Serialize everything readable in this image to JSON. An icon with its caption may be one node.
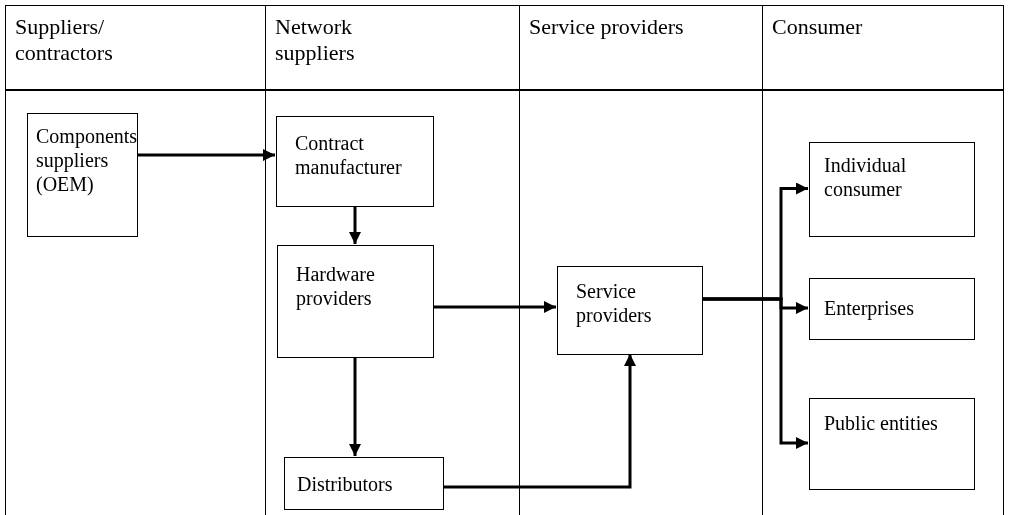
{
  "diagram": {
    "nodes": [
      {
        "text": [
          "Suppliers/ contractors"
        ]
      },
      {
        "text": [
          "Network suppliers"
        ]
      },
      {
        "text": [
          "Service providers"
        ]
      },
      {
        "text": [
          "Consumer"
        ]
      },
      {
        "text": [
          "Components suppliers (OEM)"
        ],
        "in": 0
      },
      {
        "text": [
          "Contract manufacturer"
        ],
        "in": 1
      },
      {
        "text": [
          "Hardware providers"
        ],
        "in": 1
      },
      {
        "text": [
          "Distributors"
        ],
        "in": 1
      },
      {
        "text": [
          "Service providers"
        ],
        "in": 2
      },
      {
        "text": [
          "Individual consumer"
        ],
        "in": 3
      },
      {
        "text": [
          "Enterprises"
        ],
        "in": 3
      },
      {
        "text": [
          "Public entities"
        ],
        "in": 3
      }
    ],
    "edges": [
      {
        "from": 4,
        "to": 5,
        "arrow": "to"
      },
      {
        "from": 5,
        "to": 6,
        "arrow": "to"
      },
      {
        "from": 6,
        "to": 8,
        "arrow": "to"
      },
      {
        "from": 6,
        "to": 7,
        "arrow": "to"
      },
      {
        "from": 7,
        "to": 8,
        "arrow": "to"
      },
      {
        "from": 8,
        "to": 9,
        "arrow": "to"
      },
      {
        "from": 8,
        "to": 10,
        "arrow": "to"
      },
      {
        "from": 8,
        "to": 11,
        "arrow": "to"
      }
    ]
  }
}
